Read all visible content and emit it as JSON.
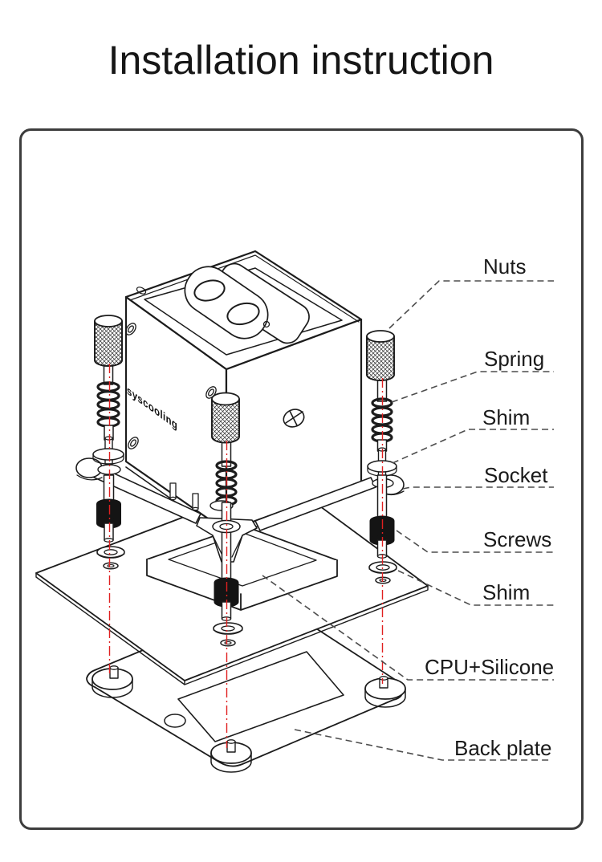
{
  "page": {
    "title": "Installation instruction",
    "background": "#ffffff"
  },
  "diagram": {
    "brand_text": "syscooling",
    "border_color": "#3d3d3d",
    "line_color": "#1c1c1c",
    "axis_color": "#e02020",
    "leader_color": "#4d4d4d",
    "labels": [
      {
        "id": "nuts",
        "text": "Nuts"
      },
      {
        "id": "spring",
        "text": "Spring"
      },
      {
        "id": "shim-upper",
        "text": "Shim"
      },
      {
        "id": "socket",
        "text": "Socket"
      },
      {
        "id": "screws",
        "text": "Screws"
      },
      {
        "id": "shim-lower",
        "text": "Shim"
      },
      {
        "id": "cpu-silicone",
        "text": "CPU+Silicone"
      },
      {
        "id": "back-plate",
        "text": "Back plate"
      }
    ]
  }
}
